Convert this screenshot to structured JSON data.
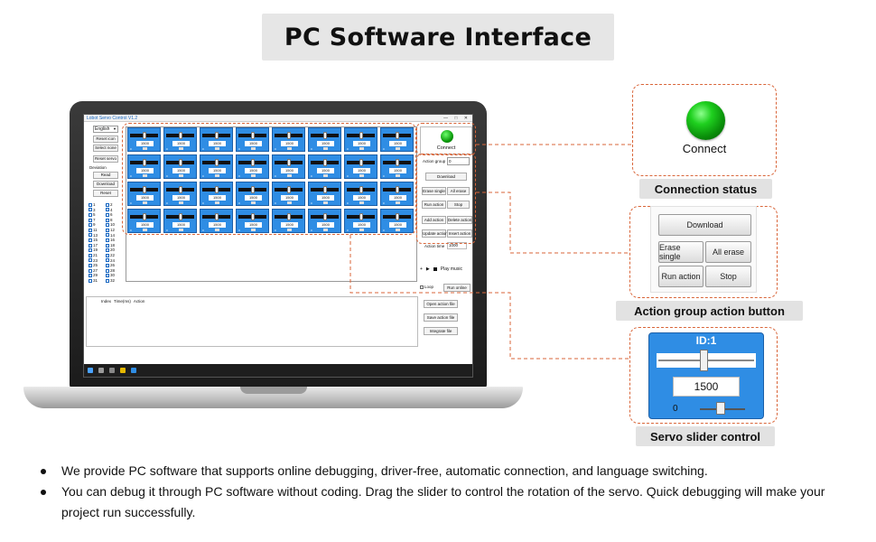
{
  "title": "PC Software  Interface",
  "app": {
    "window_title": "Lobot Servo Control V1.2",
    "language": "English",
    "sidebar": {
      "reset_icon": "Reset icon",
      "select_none": "Select none",
      "reset_servo": "Reset servo",
      "deviation_label": "Deviation",
      "read": "Read",
      "download": "Download",
      "reset": "Reset"
    },
    "servo_ids_left": [
      "1",
      "3",
      "5",
      "7",
      "9",
      "11",
      "13",
      "15",
      "17",
      "19",
      "21",
      "23",
      "25",
      "27",
      "29",
      "31"
    ],
    "servo_ids_right": [
      "2",
      "4",
      "6",
      "8",
      "10",
      "12",
      "14",
      "16",
      "18",
      "20",
      "22",
      "24",
      "26",
      "28",
      "30",
      "32"
    ],
    "mini_servo_value": "1500",
    "mini_servo_low": "0",
    "connect_label": "Connect",
    "action_group_label": "Action group",
    "action_group_value": "0",
    "buttons": {
      "download": "Download",
      "erase_single": "Erase single",
      "all_erase": "All erase",
      "run_action": "Run action",
      "stop": "Stop",
      "add_action": "Add action",
      "delete_action": "Delete action",
      "update_action": "Update action",
      "insert_action": "Insert action",
      "run_online": "Run online",
      "open_action_file": "Open action file",
      "save_action_file": "Save action file",
      "integrate_file": "Integrate file"
    },
    "action_time_label": "Action time",
    "action_time_value": "1000",
    "play_music": "Play music",
    "loop": "Loop",
    "list_headers": [
      "Index",
      "Time(ms)",
      "Action"
    ]
  },
  "callouts": {
    "connection": {
      "text": "Connect",
      "label": "Connection status"
    },
    "action_group": {
      "label": "Action group action button",
      "download": "Download",
      "erase_single": "Erase single",
      "all_erase": "All erase",
      "run_action": "Run action",
      "stop": "Stop"
    },
    "servo": {
      "id": "ID:1",
      "value": "1500",
      "low": "0",
      "label": "Servo slider control"
    }
  },
  "bullets": [
    "We provide PC software that supports online debugging, driver-free, automatic connection, and language switching.",
    "You can debug it through PC software without coding. Drag the slider to control the rotation of the servo. Quick debugging will make your project run successfully."
  ],
  "colors": {
    "accent_dash": "#d9663a",
    "servo_blue": "#2f8de4",
    "led_green": "#1fd01f"
  }
}
